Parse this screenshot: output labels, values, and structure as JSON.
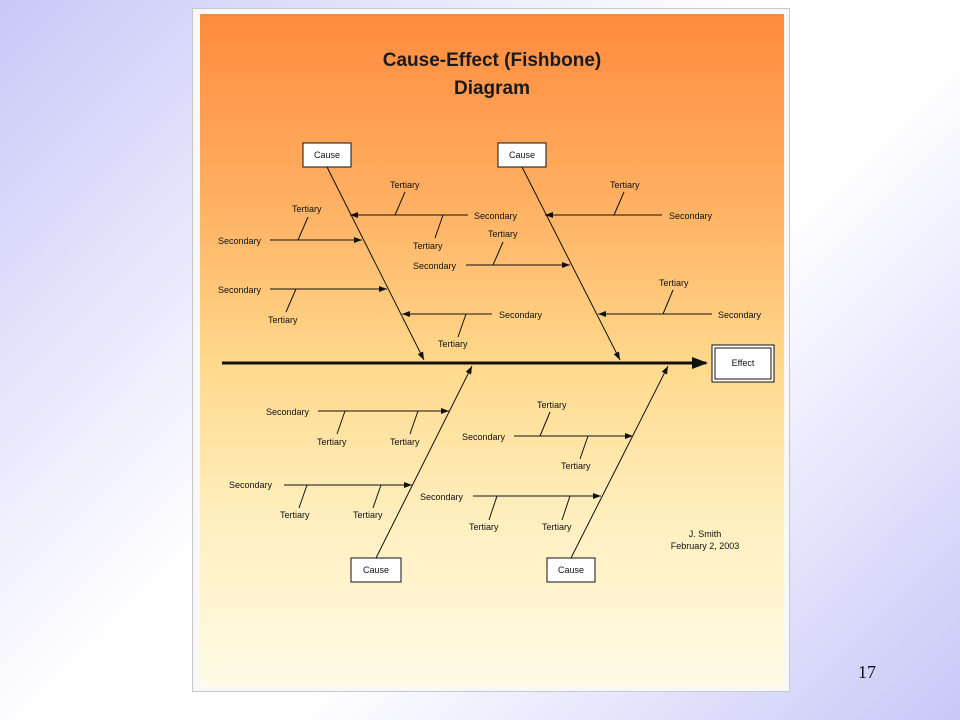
{
  "title": {
    "line1": "Cause-Effect (Fishbone)",
    "line2": "Diagram"
  },
  "effect": {
    "label": "Effect"
  },
  "causes": {
    "top_left": {
      "label": "Cause"
    },
    "top_right": {
      "label": "Cause"
    },
    "bottom_left": {
      "label": "Cause"
    },
    "bottom_right": {
      "label": "Cause"
    }
  },
  "bones": {
    "tl_sec1": "Secondary",
    "tl_sec1_ter1": "Tertiary",
    "tl_sec1_ter2": "Tertiary",
    "tl_sec2": "Secondary",
    "tl_sec2_ter1": "Tertiary",
    "tl_sec3": "Secondary",
    "tl_sec3_ter1": "Tertiary",
    "tl_sec4": "Secondary",
    "tl_sec4_ter1": "Tertiary",
    "tr_sec1": "Secondary",
    "tr_sec1_ter1": "Tertiary",
    "tr_sec2": "Secondary",
    "tr_sec2_ter1": "Tertiary",
    "tr_sec3": "Secondary",
    "tr_sec3_ter1": "Tertiary",
    "bl_sec1": "Secondary",
    "bl_sec1_ter1": "Tertiary",
    "bl_sec1_ter2": "Tertiary",
    "bl_sec2": "Secondary",
    "bl_sec2_ter1": "Tertiary",
    "bl_sec2_ter2": "Tertiary",
    "br_sec1": "Secondary",
    "br_sec1_ter1": "Tertiary",
    "br_sec1_ter2": "Tertiary",
    "br_sec2": "Secondary",
    "br_sec2_ter1": "Tertiary",
    "br_sec2_ter2": "Tertiary"
  },
  "author": {
    "name": "J. Smith",
    "date": "February 2, 2003"
  },
  "page_number": "17"
}
